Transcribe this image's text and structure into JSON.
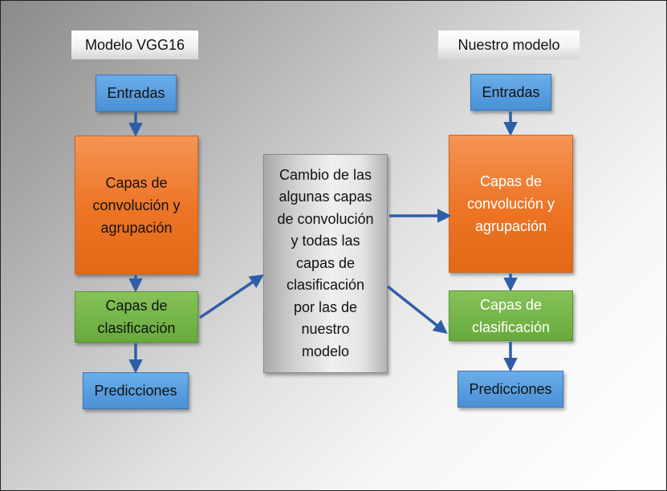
{
  "left": {
    "title": "Modelo VGG16",
    "inputs": "Entradas",
    "conv": "Capas de\nconvolución y\nagrupación",
    "classif": "Capas de\nclasificación",
    "predictions": "Predicciones"
  },
  "center": {
    "change": "Cambio de las\nalgunas capas\nde convolución\ny todas las\ncapas de\nclasificación\npor las de\nnuestro\nmodelo"
  },
  "right": {
    "title": "Nuestro modelo",
    "inputs": "Entradas",
    "conv": "Capas de\nconvolución y\nagrupación",
    "classif": "Capas de\nclasificación",
    "predictions": "Predicciones"
  },
  "colors": {
    "input_box": "#4a90d6",
    "conv_box": "#ec7424",
    "classif_box": "#67aa3c",
    "change_box": "#c8c8c8",
    "arrow": "#2f5ea8"
  }
}
